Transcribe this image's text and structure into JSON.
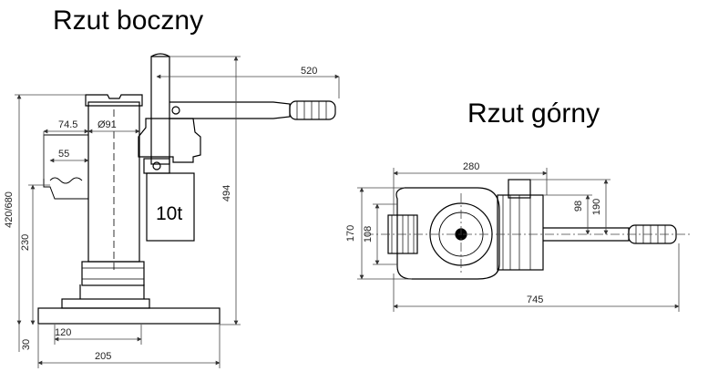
{
  "views": {
    "side": {
      "title": "Rzut boczny"
    },
    "top": {
      "title": "Rzut górny"
    }
  },
  "labels": {
    "capacity": "10t",
    "d520": "520",
    "d74_5": "74.5",
    "d91": "Ø91",
    "d55": "55",
    "d494": "494",
    "d420_680": "420/680",
    "d230": "230",
    "d120": "120",
    "d205": "205",
    "d30": "30",
    "d280": "280",
    "d98": "98",
    "d190": "190",
    "d170": "170",
    "d108": "108",
    "d745": "745"
  },
  "colors": {
    "line": "#000000",
    "dimension": "#444444",
    "text": "#222222"
  }
}
